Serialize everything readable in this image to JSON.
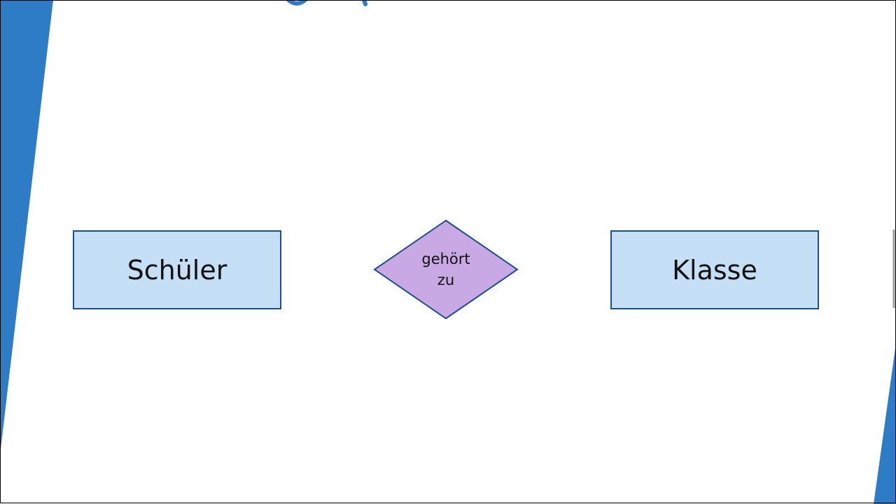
{
  "colors": {
    "accent_blue": "#2e7cc6",
    "entity_fill": "#c5e0f6",
    "entity_stroke": "#1f4e8c",
    "relation_fill": "#c9a9e3",
    "relation_stroke": "#1f4e8c",
    "border": "#000000"
  },
  "diagram": {
    "entity_left": "Schüler",
    "relationship": "gehört\nzu",
    "entity_right": "Klasse"
  }
}
